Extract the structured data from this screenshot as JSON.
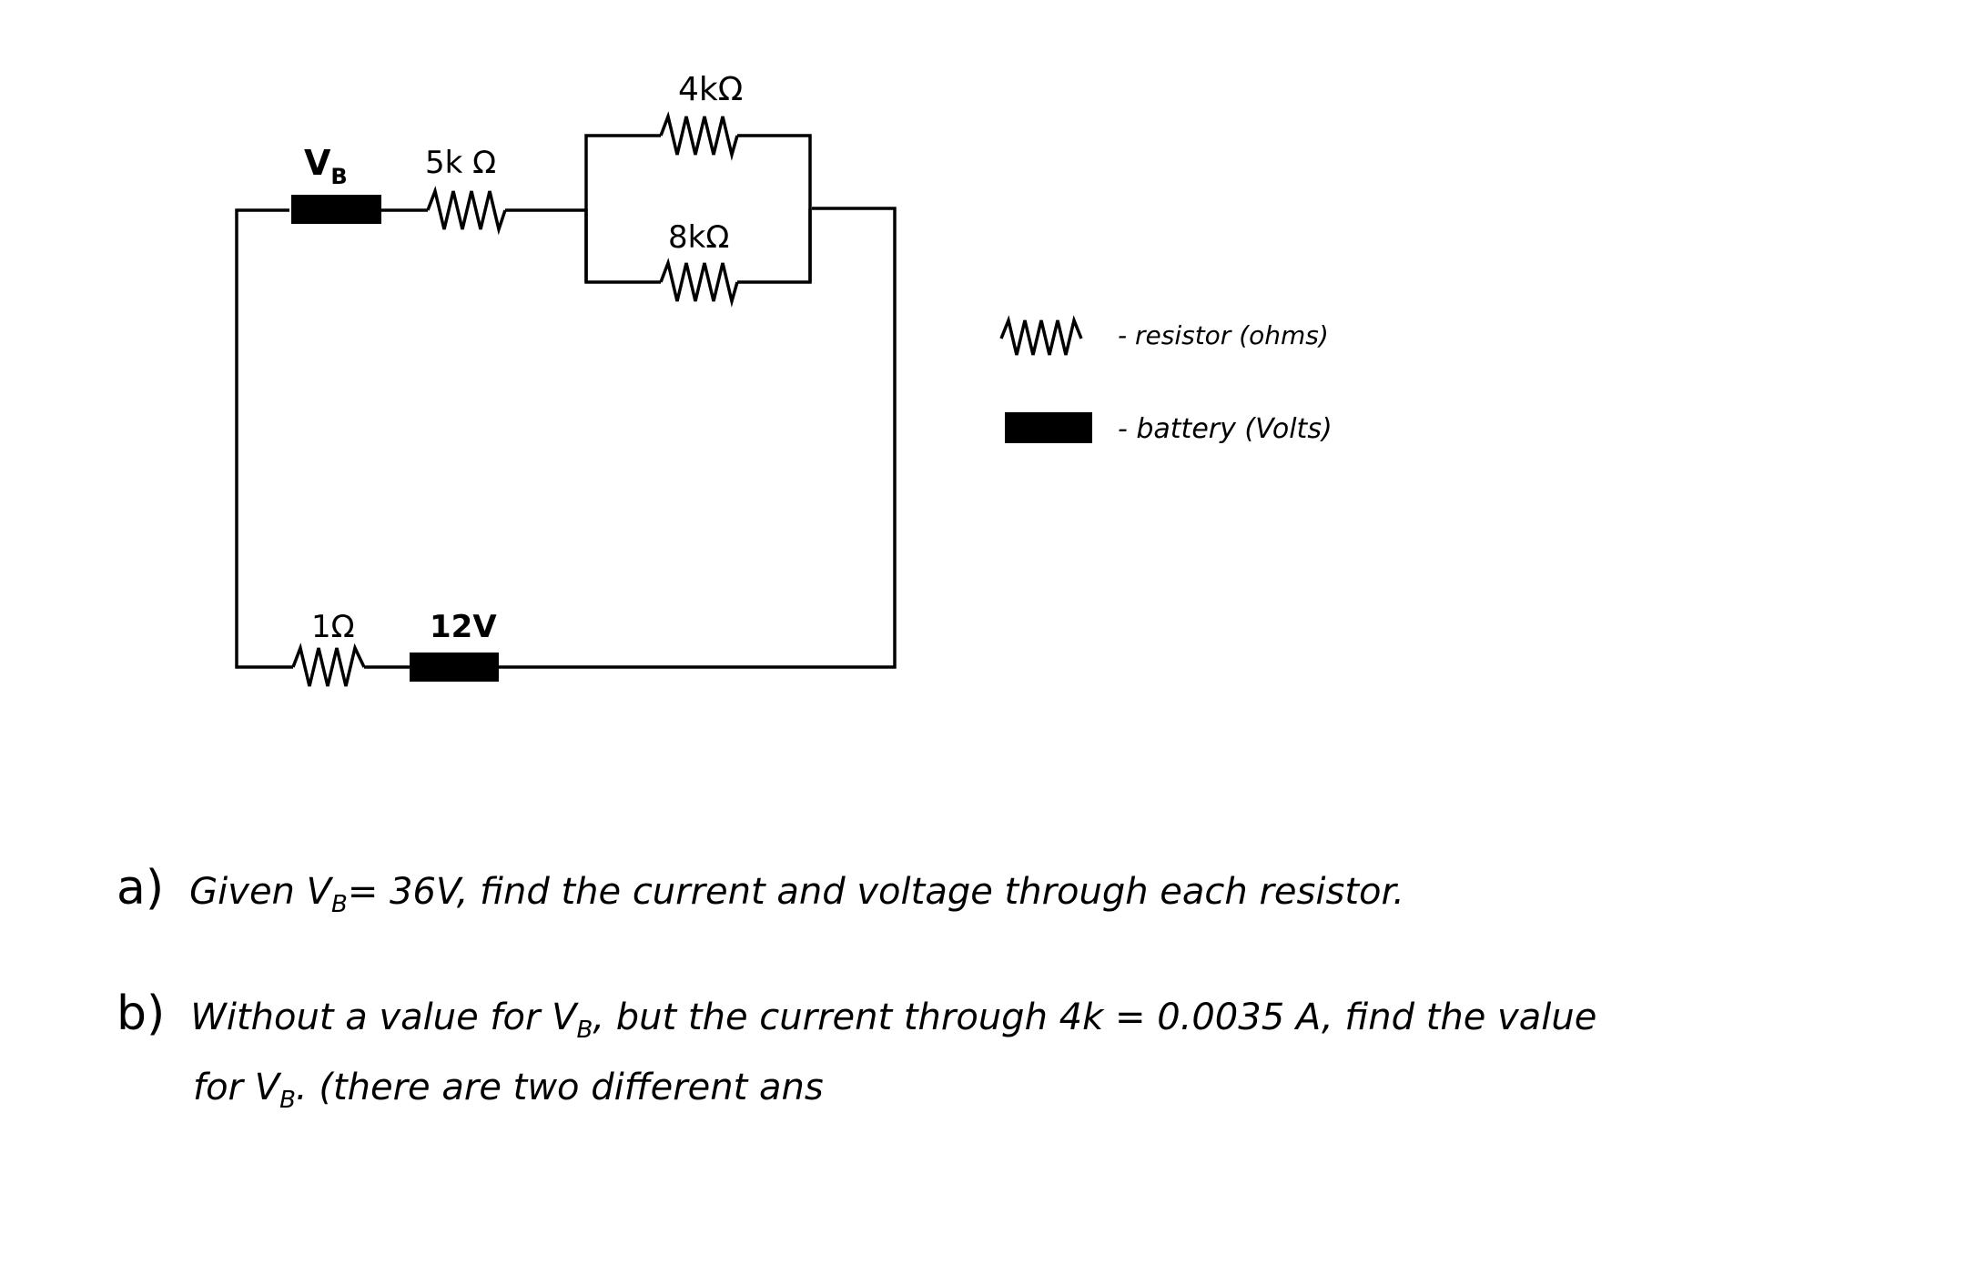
{
  "circuit": {
    "vb_label": "V",
    "vb_sub": "B",
    "r5k_label": "5k Ω",
    "r4k_label": "4kΩ",
    "r8k_label": "8kΩ",
    "r1_label": "1Ω",
    "bat12_label": "12V"
  },
  "legend": {
    "resistor_text": "- resistor (ohms)",
    "battery_text": "- battery (Volts)"
  },
  "questions": {
    "a_tag": "a)",
    "a_pre": "Given V",
    "a_sub": "B",
    "a_post": "= 36V, find the current and voltage through each resistor.",
    "b_tag": "b)",
    "b_pre": "Without a value for V",
    "b_sub": "B",
    "b_post": ", but the current through 4k = 0.0035 A, find the value",
    "b2_pre": "for V",
    "b2_sub": "B",
    "b2_post": ". (there are two different ans"
  }
}
